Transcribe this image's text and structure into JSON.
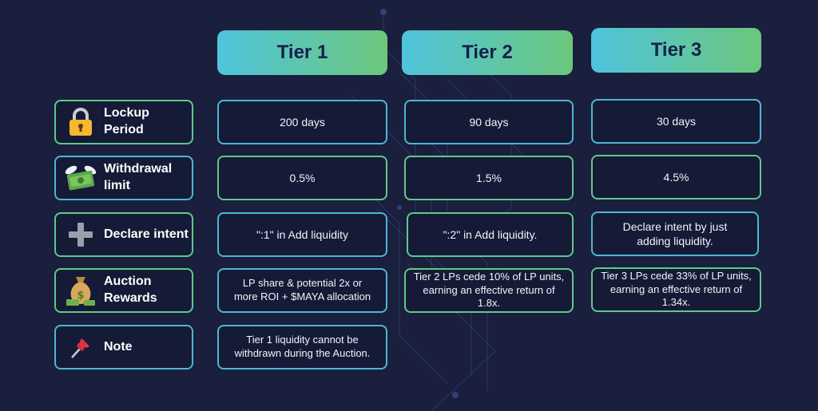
{
  "tiers": [
    "Tier 1",
    "Tier 2",
    "Tier 3"
  ],
  "rows": [
    {
      "label_line1": "Lockup Period",
      "label_line2": "",
      "icon": "padlock-icon",
      "cells": [
        "200 days",
        "90 days",
        "30 days"
      ]
    },
    {
      "label_line1": "Withdrawal",
      "label_line2": "limit",
      "icon": "flying-money-icon",
      "cells": [
        "0.5%",
        "1.5%",
        "4.5%"
      ]
    },
    {
      "label_line1": "Declare intent",
      "label_line2": "",
      "icon": "plus-icon",
      "cells": [
        "\":1\" in Add liquidity",
        "\":2\" in Add liquidity.",
        "Declare intent by just adding liquidity."
      ]
    },
    {
      "label_line1": "Auction",
      "label_line2": "Rewards",
      "icon": "money-bag-icon",
      "cells": [
        "LP share & potential 2x or more ROI + $MAYA allocation",
        "Tier 2 LPs cede 10% of LP units, earning an effective return of 1.8x.",
        "Tier 3 LPs cede 33% of LP units, earning an effective return of 1.34x."
      ]
    },
    {
      "label_line1": "Note",
      "label_line2": "",
      "icon": "pushpin-icon",
      "cells": [
        "Tier 1 liquidity cannot be withdrawn during the Auction.",
        "",
        ""
      ]
    }
  ],
  "colors": {
    "background": "#1a1f3d",
    "header_gradient_start": "#4fc4dc",
    "header_gradient_end": "#6cc77c",
    "border_green": "#5fc98a",
    "border_blue": "#4fb5d6"
  }
}
